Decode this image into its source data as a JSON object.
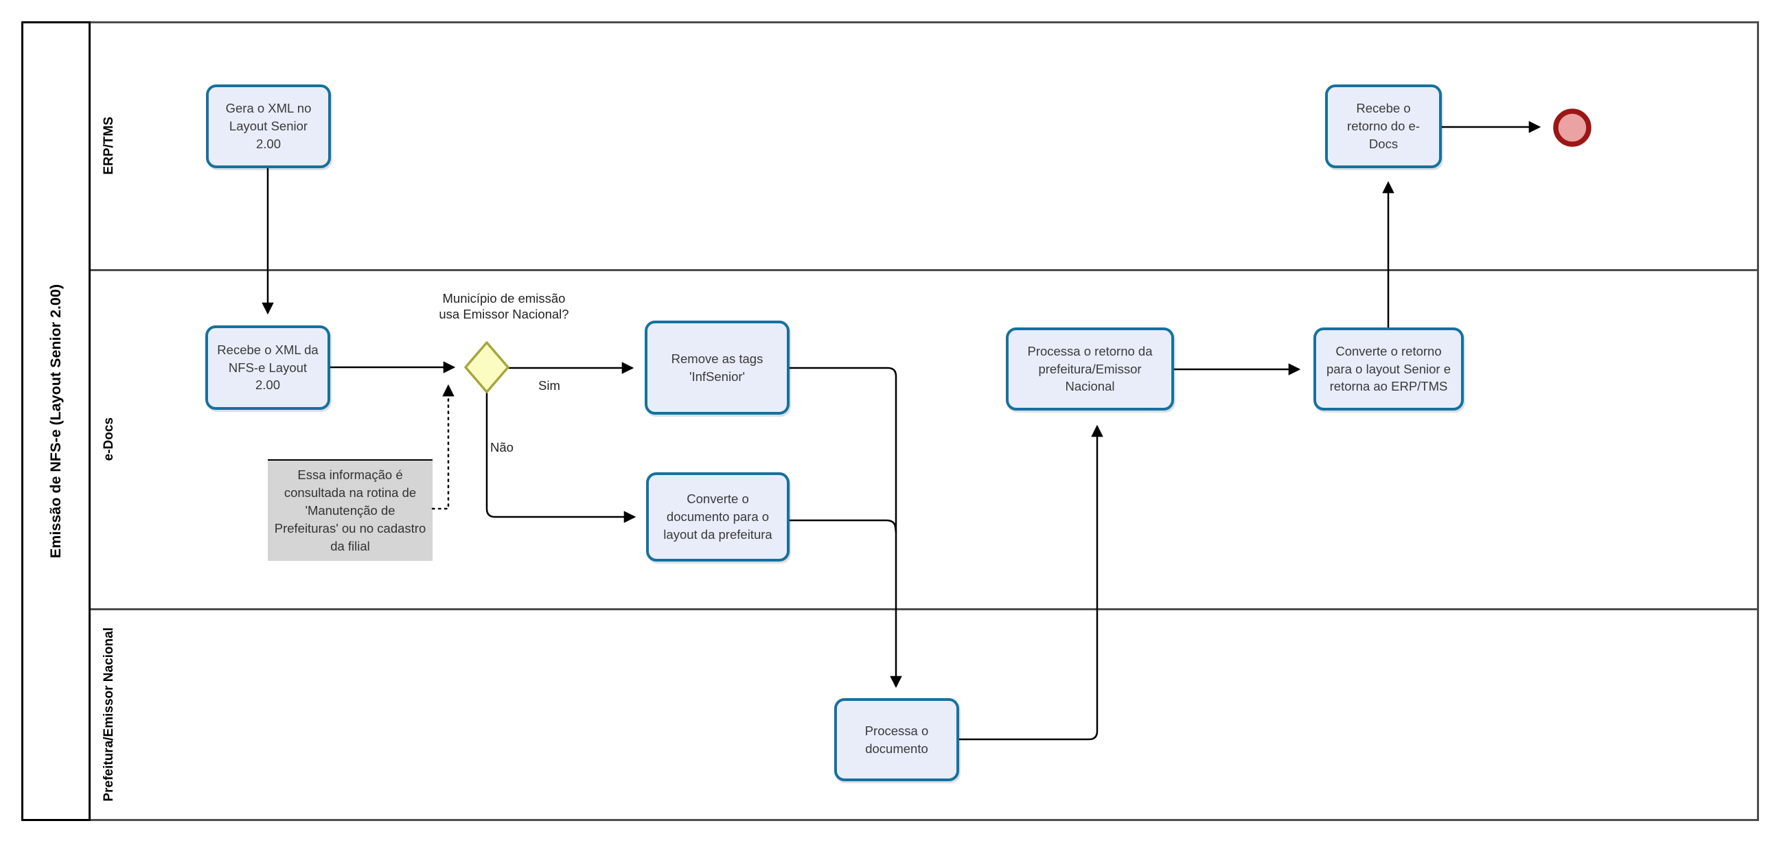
{
  "pool": {
    "title": "Emissão de NFS-e (Layout Senior 2.00)"
  },
  "lanes": [
    {
      "label": "ERP/TMS"
    },
    {
      "label": "e-Docs"
    },
    {
      "label": "Prefeitura/Emissor Nacional"
    }
  ],
  "tasks": {
    "gera_xml": {
      "label": "Gera o XML no Layout Senior 2.00"
    },
    "recebe_xml": {
      "label": "Recebe o XML da NFS-e Layout 2.00"
    },
    "remove_tags": {
      "label": "Remove as tags 'InfSenior'"
    },
    "converte_documento": {
      "label": "Converte o documento para o layout da prefeitura"
    },
    "processa_documento": {
      "label": "Processa o documento"
    },
    "processa_retorno": {
      "label": "Processa o retorno da prefeitura/Emissor Nacional"
    },
    "converte_retorno": {
      "label": "Converte o retorno para o layout Senior e retorna ao ERP/TMS"
    },
    "recebe_retorno": {
      "label": "Recebe o retorno do e-Docs"
    }
  },
  "gateway": {
    "question": "Município de emissão usa Emissor Nacional?",
    "label_yes": "Sim",
    "label_no": "Não"
  },
  "annotation": {
    "text": "Essa informação é consultada na rotina de 'Manutenção de Prefeituras' ou no cadastro da filial"
  },
  "colors": {
    "task_fill": "#e9edfa",
    "task_border": "#15719f",
    "gateway_fill": "#fbfcc2",
    "gateway_border": "#a6a63c",
    "end_event_fill": "#eaa2a2",
    "end_event_border": "#9c1616",
    "annotation_fill": "#d5d5d5",
    "lane_border": "#4d4d4d",
    "connector": "#000000"
  }
}
